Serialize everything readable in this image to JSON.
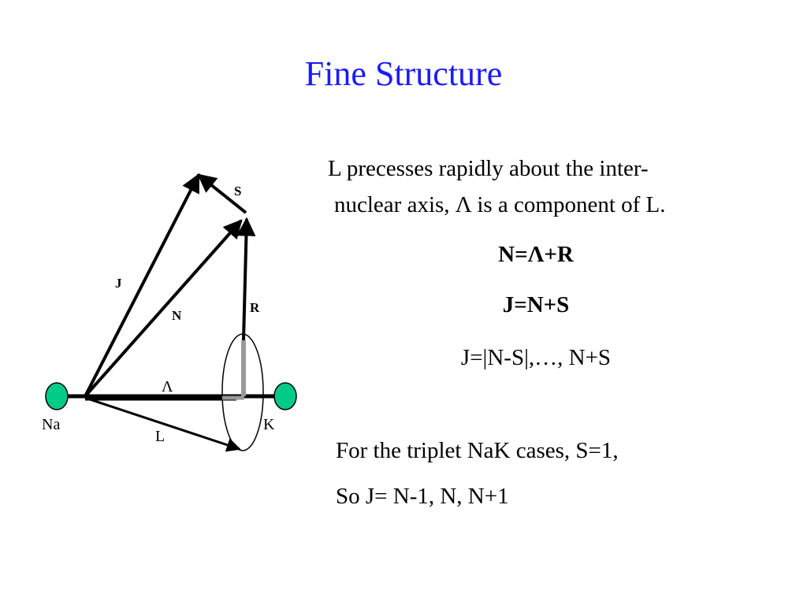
{
  "title": "Fine Structure",
  "diagram": {
    "labels": {
      "S": "S",
      "J": "J",
      "N": "N",
      "R": "R",
      "Lambda": "Λ",
      "L": "L",
      "Na": "Na",
      "K": "K"
    },
    "colors": {
      "atom": "#00cc88",
      "line": "#000000",
      "projection": "#999999"
    }
  },
  "text": {
    "para_line1": "L precesses rapidly about the inter-",
    "para_line2": "nuclear axis, Λ is a component of L.",
    "eq1": "N=Λ+R",
    "eq2": "J=N+S",
    "eq3": "J=|N-S|,…, N+S",
    "triplet_line1": "For the triplet NaK cases, S=1,",
    "triplet_line2": "So J= N-1, N, N+1"
  }
}
